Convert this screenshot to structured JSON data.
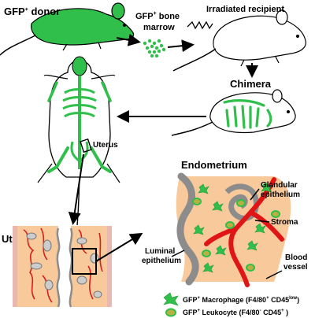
{
  "labels": {
    "gfp_donor": {
      "main": "GFP",
      "sup": "+",
      "rest": " donor"
    },
    "bone_marrow": {
      "main": "GFP",
      "sup": "+",
      "rest": " bone",
      "line2": "marrow"
    },
    "irradiated_recipient": "Irradiated recipient",
    "chimera": "Chimera",
    "uterus_on_mouse": "Uterus",
    "uterus_section": "Uterus",
    "endometrium": "Endometrium",
    "glandular_epithelium": {
      "line1": "Glandular",
      "line2": "epithelium"
    },
    "stroma": "Stroma",
    "luminal_epithelium": {
      "line1": "Luminal",
      "line2": "epithelium"
    },
    "blood_vessel": {
      "line1": "Blood",
      "line2": "vessel"
    }
  },
  "legend": {
    "macrophage": {
      "a": "GFP",
      "a_sup": "+",
      "b": " Macrophage (F4/80",
      "b_sup": "+",
      "c": " CD45",
      "c_sup": "low",
      "d": ")"
    },
    "leukocyte": {
      "a": "GFP",
      "a_sup": "+",
      "b": " Leukocyte (F4/80",
      "b_sup": "-",
      "c": " CD45",
      "c_sup": "+",
      "d": " )"
    }
  },
  "colors": {
    "gfp_green": "#2fbf4a",
    "gfp_dark": "#1e9a35",
    "stroma": "#f8c99b",
    "epithelium": "#8c8c8c",
    "vessel": "#e01515",
    "leukocyte_fill": "#b8b040",
    "section_wall": "#e9b8b0"
  }
}
